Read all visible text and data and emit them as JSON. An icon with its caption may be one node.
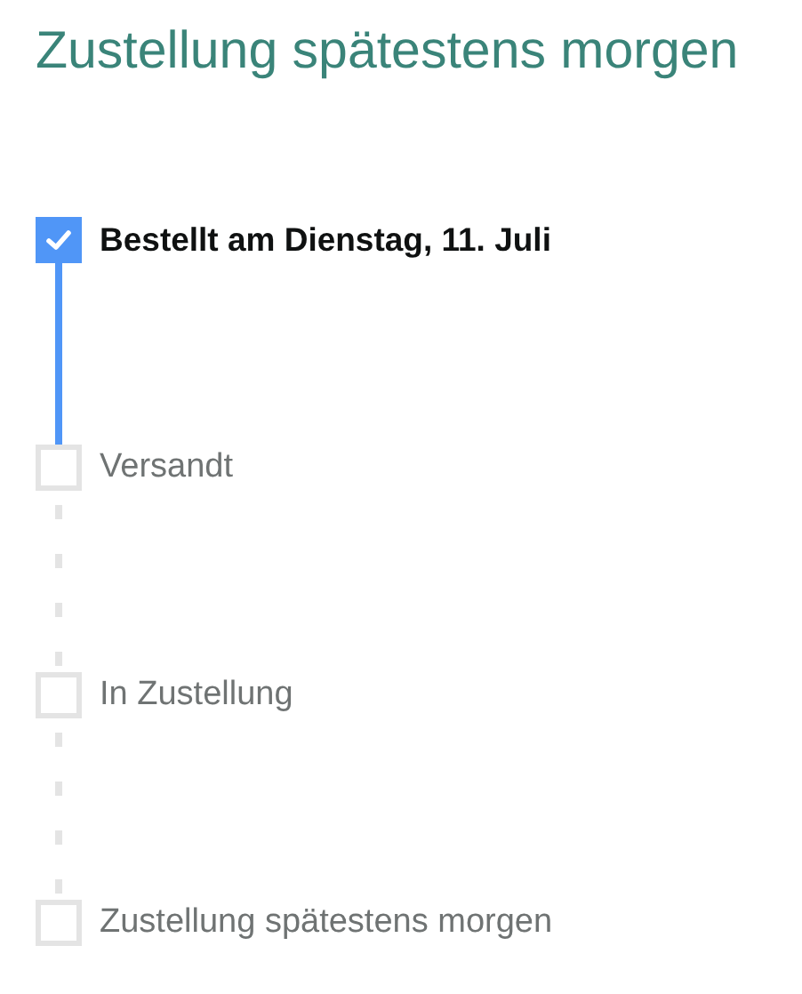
{
  "diagram": {
    "title": "Zustellung spätestens morgen",
    "nodes": [
      {
        "text": [
          "Bestellt am Dienstag, 11. Juli"
        ]
      },
      {
        "text": [
          "Versandt"
        ]
      },
      {
        "text": [
          "In Zustellung"
        ]
      },
      {
        "text": [
          "Zustellung spätestens morgen"
        ]
      }
    ],
    "edges": [
      {
        "from": 0,
        "to": 1,
        "arrow": "none",
        "color": "#5096f7"
      },
      {
        "from": 1,
        "to": 2,
        "arrow": "none",
        "style": "dashed"
      },
      {
        "from": 2,
        "to": 3,
        "arrow": "none",
        "style": "dashed"
      }
    ]
  }
}
